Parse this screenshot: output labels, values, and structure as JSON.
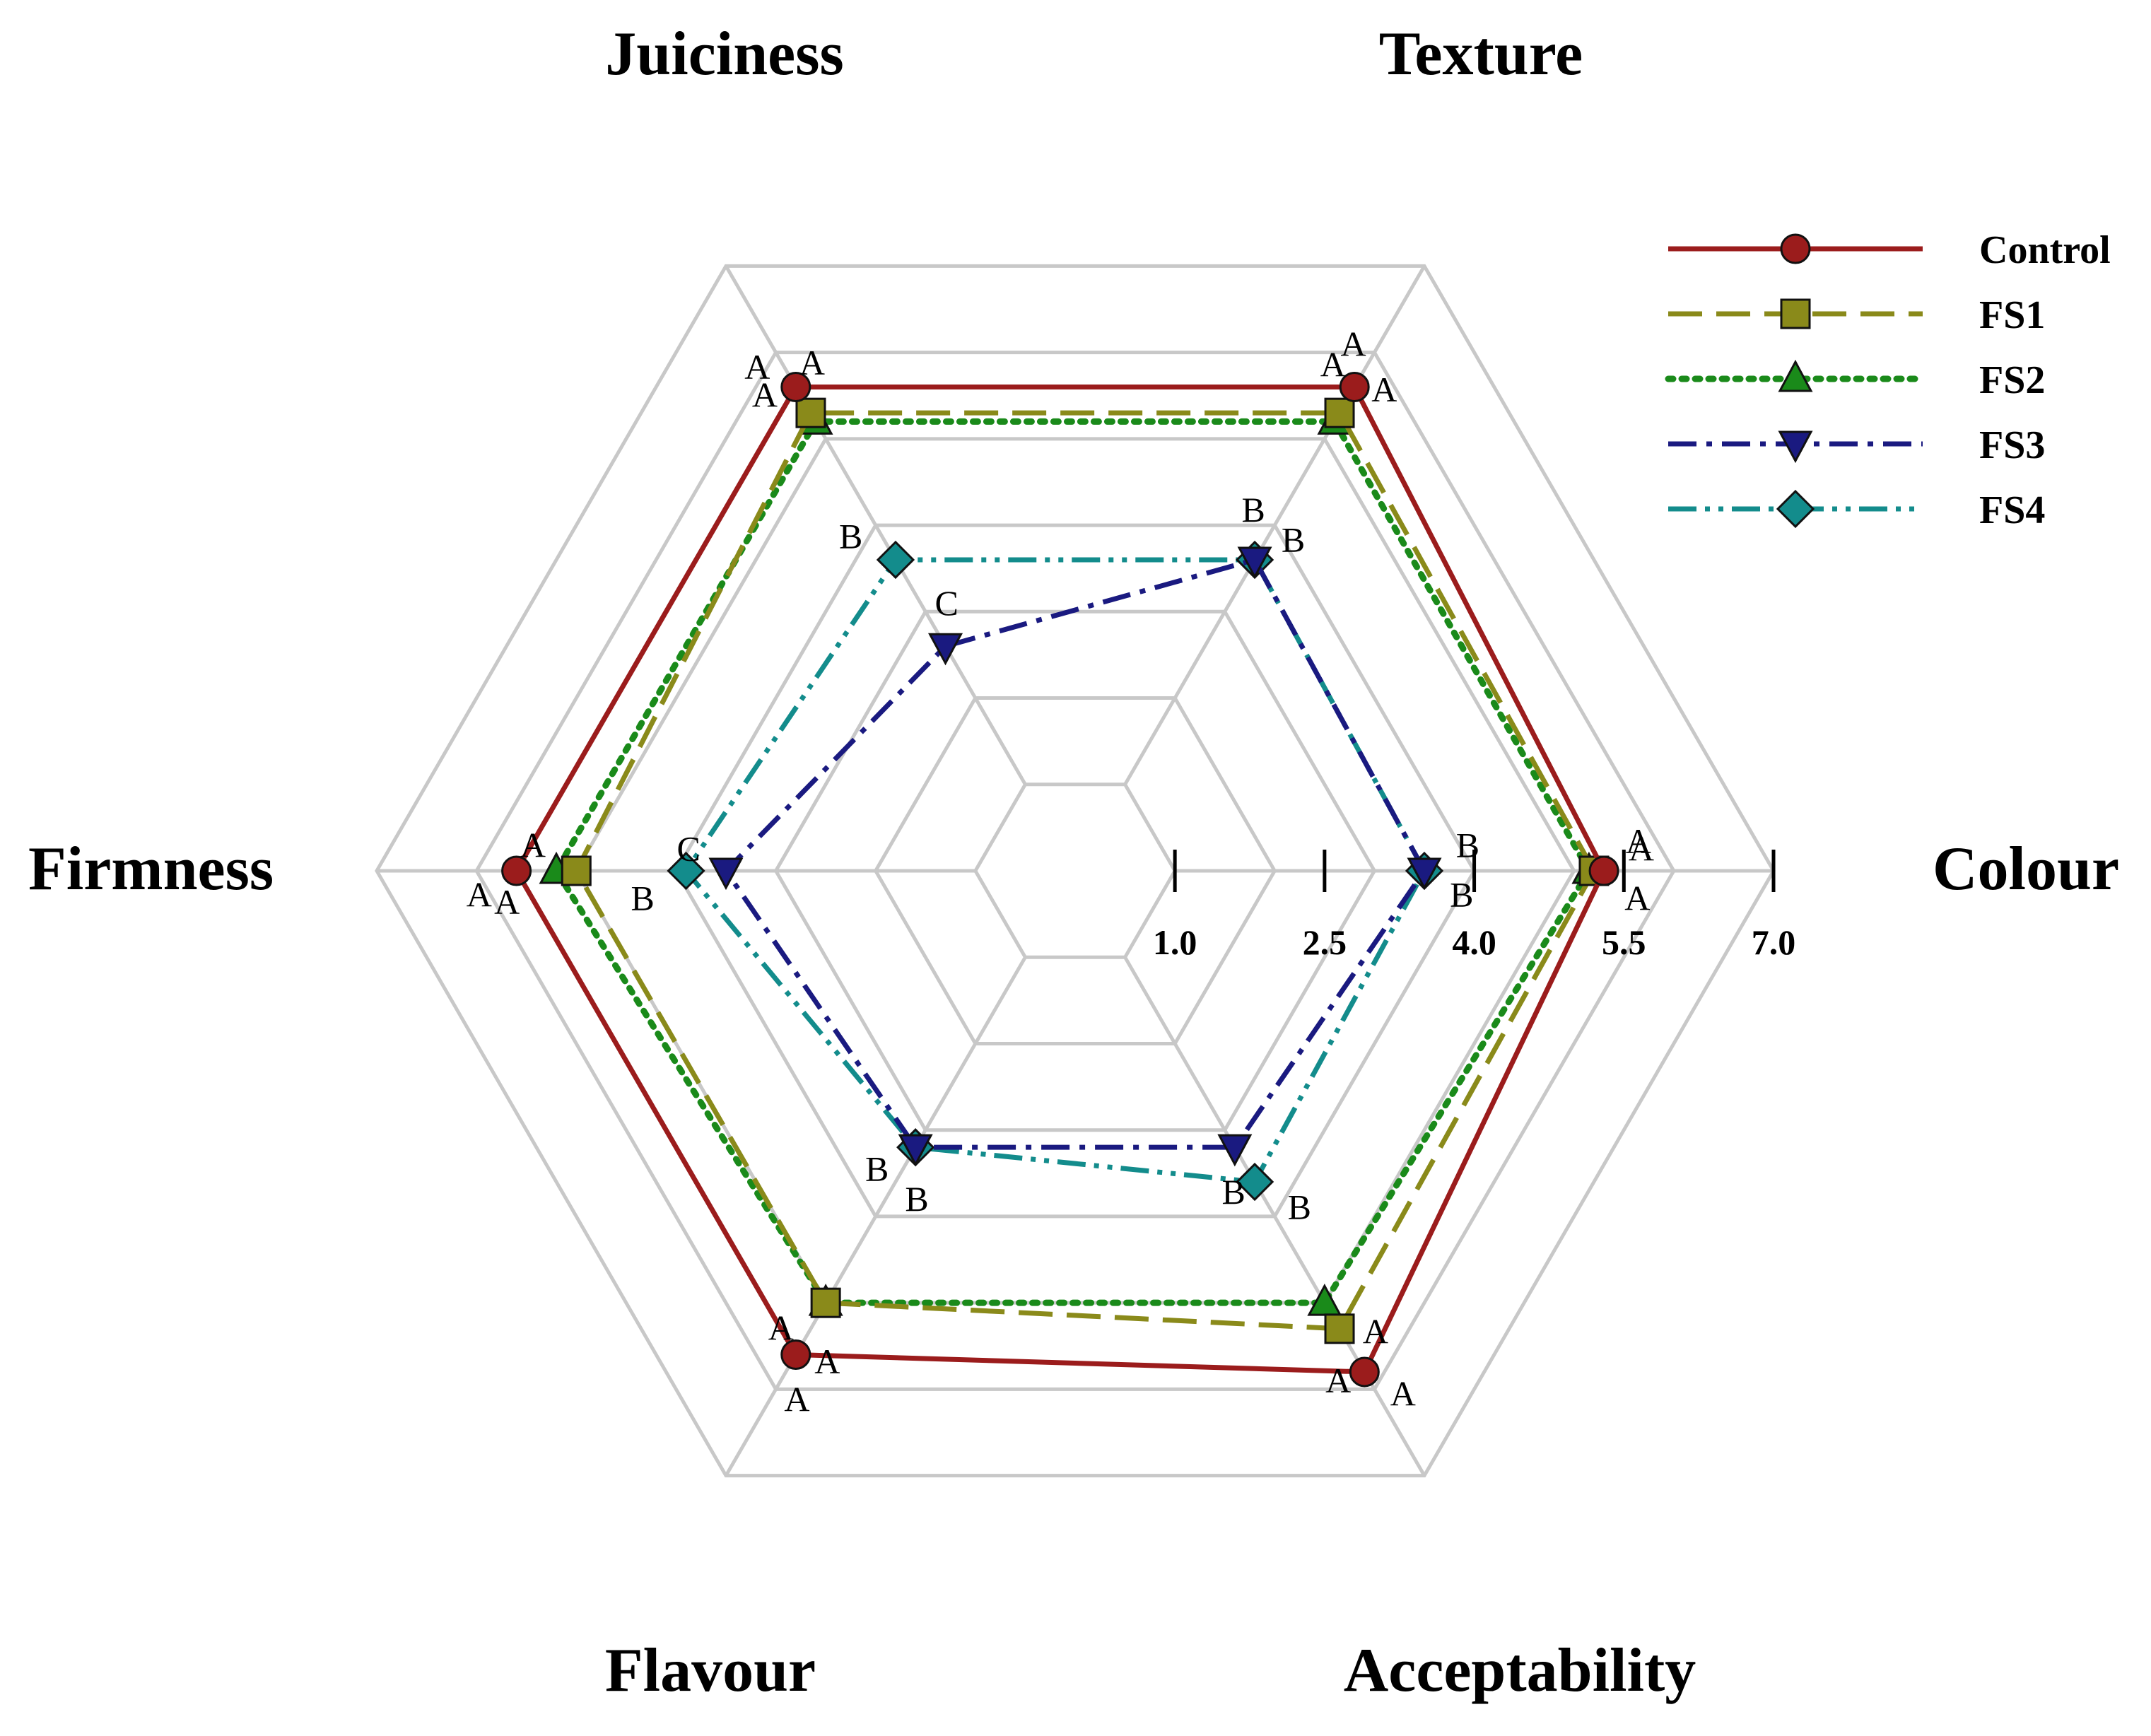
{
  "chart_data": {
    "type": "radar",
    "axes": [
      "Colour",
      "Texture",
      "Juiciness",
      "Firmness",
      "Flavour",
      "Acceptability"
    ],
    "range": [
      0.0,
      7.0
    ],
    "ticks": [
      1.0,
      2.5,
      4.0,
      5.5,
      7.0
    ],
    "tick_labels": [
      "1.0",
      "2.5",
      "4.0",
      "5.5",
      "7.0"
    ],
    "grid": true,
    "legend_position": "top-right",
    "series": [
      {
        "name": "Control",
        "color": "#9B1C1C",
        "dash": "solid",
        "marker": "circle",
        "values": [
          5.3,
          5.6,
          5.6,
          5.6,
          5.6,
          5.8
        ],
        "letters": [
          "A",
          "A",
          "A",
          "A",
          "A",
          "A"
        ]
      },
      {
        "name": "FS1",
        "color": "#8A8A1A",
        "dash": "dash",
        "marker": "square",
        "values": [
          5.2,
          5.3,
          5.3,
          5.0,
          5.0,
          5.3
        ],
        "letters": [
          "A",
          "A",
          "A",
          "A",
          "A",
          "A"
        ]
      },
      {
        "name": "FS2",
        "color": "#1A8A1A",
        "dash": "dot",
        "marker": "triangle-up",
        "values": [
          5.15,
          5.2,
          5.2,
          5.2,
          5.0,
          5.0
        ],
        "letters": [
          "A",
          "A",
          "A",
          "A",
          "A",
          "A"
        ]
      },
      {
        "name": "FS3",
        "color": "#1A1A80",
        "dash": "dashdot",
        "marker": "triangle-down",
        "values": [
          3.5,
          3.6,
          2.6,
          3.5,
          3.2,
          3.2
        ],
        "letters": [
          "B",
          "B",
          "C",
          "C",
          "B",
          "B"
        ]
      },
      {
        "name": "FS4",
        "color": "#138C8C",
        "dash": "dashdotdot",
        "marker": "diamond",
        "values": [
          3.5,
          3.6,
          3.6,
          3.9,
          3.2,
          3.6
        ],
        "letters": [
          "B",
          "B",
          "B",
          "B",
          "B",
          "B"
        ]
      }
    ]
  }
}
